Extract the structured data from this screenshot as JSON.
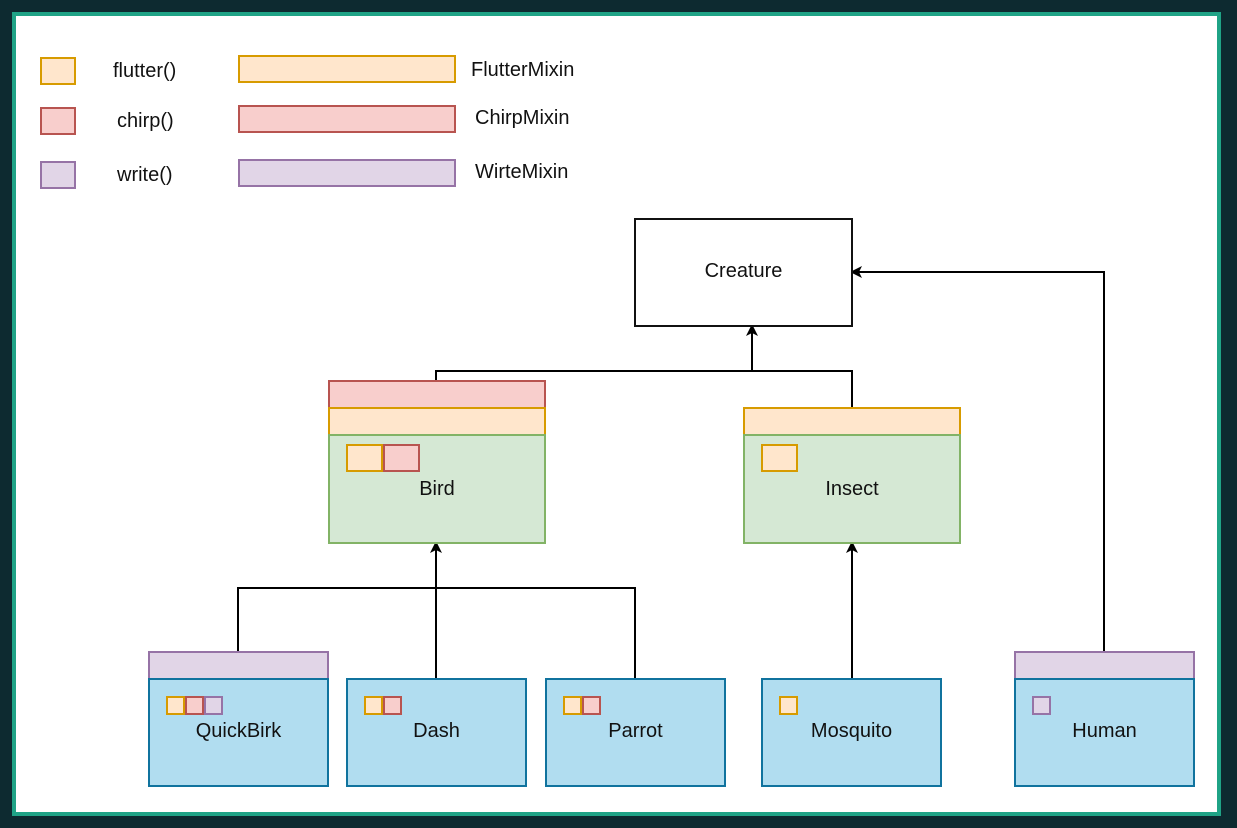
{
  "legend": {
    "methods": [
      {
        "label": "flutter()",
        "color": "#ffe6cc",
        "border": "#d79b00"
      },
      {
        "label": "chirp()",
        "color": "#f8cecc",
        "border": "#b85450"
      },
      {
        "label": "write()",
        "color": "#e1d5e7",
        "border": "#9673a6"
      }
    ],
    "mixins": [
      {
        "label": "FlutterMixin",
        "color": "#ffe6cc",
        "border": "#d79b00"
      },
      {
        "label": "ChirpMixin",
        "color": "#f8cecc",
        "border": "#b85450"
      },
      {
        "label": "WirteMixin",
        "color": "#e1d5e7",
        "border": "#9673a6"
      }
    ]
  },
  "nodes": {
    "creature": {
      "label": "Creature"
    },
    "bird": {
      "label": "Bird"
    },
    "insect": {
      "label": "Insect"
    },
    "quickbirk": {
      "label": "QuickBirk"
    },
    "dash": {
      "label": "Dash"
    },
    "parrot": {
      "label": "Parrot"
    },
    "mosquito": {
      "label": "Mosquito"
    },
    "human": {
      "label": "Human"
    }
  },
  "colors": {
    "frame": "#1fa386",
    "class_green": "#d5e8d4",
    "class_blue": "#b1ddf0"
  }
}
